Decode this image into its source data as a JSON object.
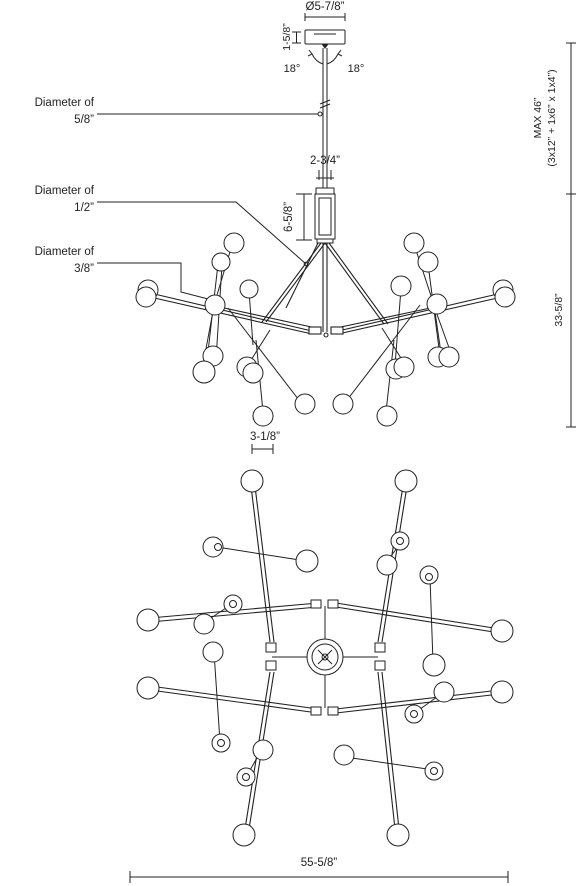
{
  "labels": {
    "canopy_diameter": "Ø5-7/8”",
    "canopy_height": "1-5/8”",
    "angle_left": "18°",
    "angle_right": "18°",
    "stem_diameter_title": "Diameter of",
    "stem_diameter_value": "5/8”",
    "arm_diameter_title": "Diameter of",
    "arm_diameter_value": "1/2”",
    "rod_diameter_title": "Diameter of",
    "rod_diameter_value": "3/8”",
    "hub_width": "2-3/4”",
    "hub_height": "6-5/8”",
    "globe_diameter": "3-1/8”",
    "max_height": "MAX 46”",
    "rods_config": "(3x12” + 1x6” x 1x4”)",
    "fixture_height": "33-5/8”",
    "overall_width": "55-5/8”"
  }
}
